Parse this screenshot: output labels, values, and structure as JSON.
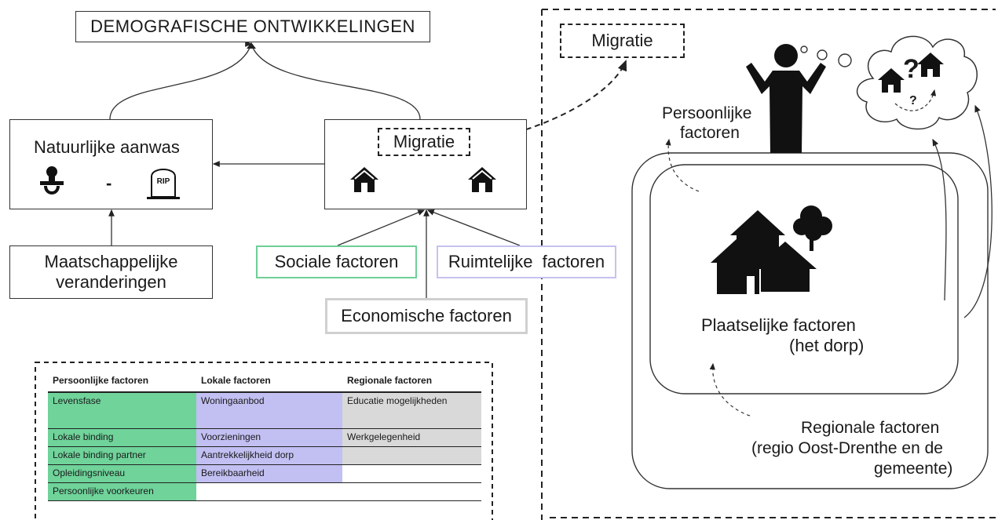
{
  "title": "DEMOGRAFISCHE ONTWIKKELINGEN",
  "natuurlijke_aanwas": {
    "label": "Natuurlijke aanwas",
    "minus": "-",
    "rip": "RIP"
  },
  "migratie": {
    "label": "Migratie"
  },
  "maatschappelijke": {
    "line1": "Maatschappelijke",
    "line2": "veranderingen"
  },
  "factors": {
    "sociale": "Sociale factoren",
    "ruimtelijke": "Ruimtelijke factoren",
    "economische": "Economische factoren"
  },
  "colors": {
    "sociale_border": "#6fcf97",
    "ruimtelijke_border": "#c5c2f0",
    "economische_border": "#cfcfcf",
    "green": "#6fd39a",
    "purple": "#c2bff2",
    "grey": "#d9d9d9"
  },
  "right": {
    "migratie": "Migratie",
    "questions": [
      "?",
      "?"
    ],
    "persoonlijke": {
      "line1": "Persoonlijke",
      "line2": "factoren"
    },
    "plaatselijke": {
      "line1": "Plaatselijke factoren",
      "line2": "(het dorp)"
    },
    "regionale": {
      "line1": "Regionale factoren",
      "line2": "(regio Oost-Drenthe en de",
      "line3": "gemeente)"
    }
  },
  "table": {
    "headers": [
      "Persoonlijke factoren",
      "Lokale factoren",
      "Regionale factoren"
    ],
    "rows": [
      [
        "Levensfase",
        "Woningaanbod",
        "Educatie mogelijkheden"
      ],
      [
        "Lokale binding",
        "Voorzieningen",
        "Werkgelegenheid"
      ],
      [
        "Lokale binding partner",
        "Aantrekkelijkheid dorp",
        ""
      ],
      [
        "Opleidingsniveau",
        "Bereikbaarheid",
        ""
      ],
      [
        "Persoonlijke voorkeuren",
        "",
        ""
      ]
    ]
  }
}
